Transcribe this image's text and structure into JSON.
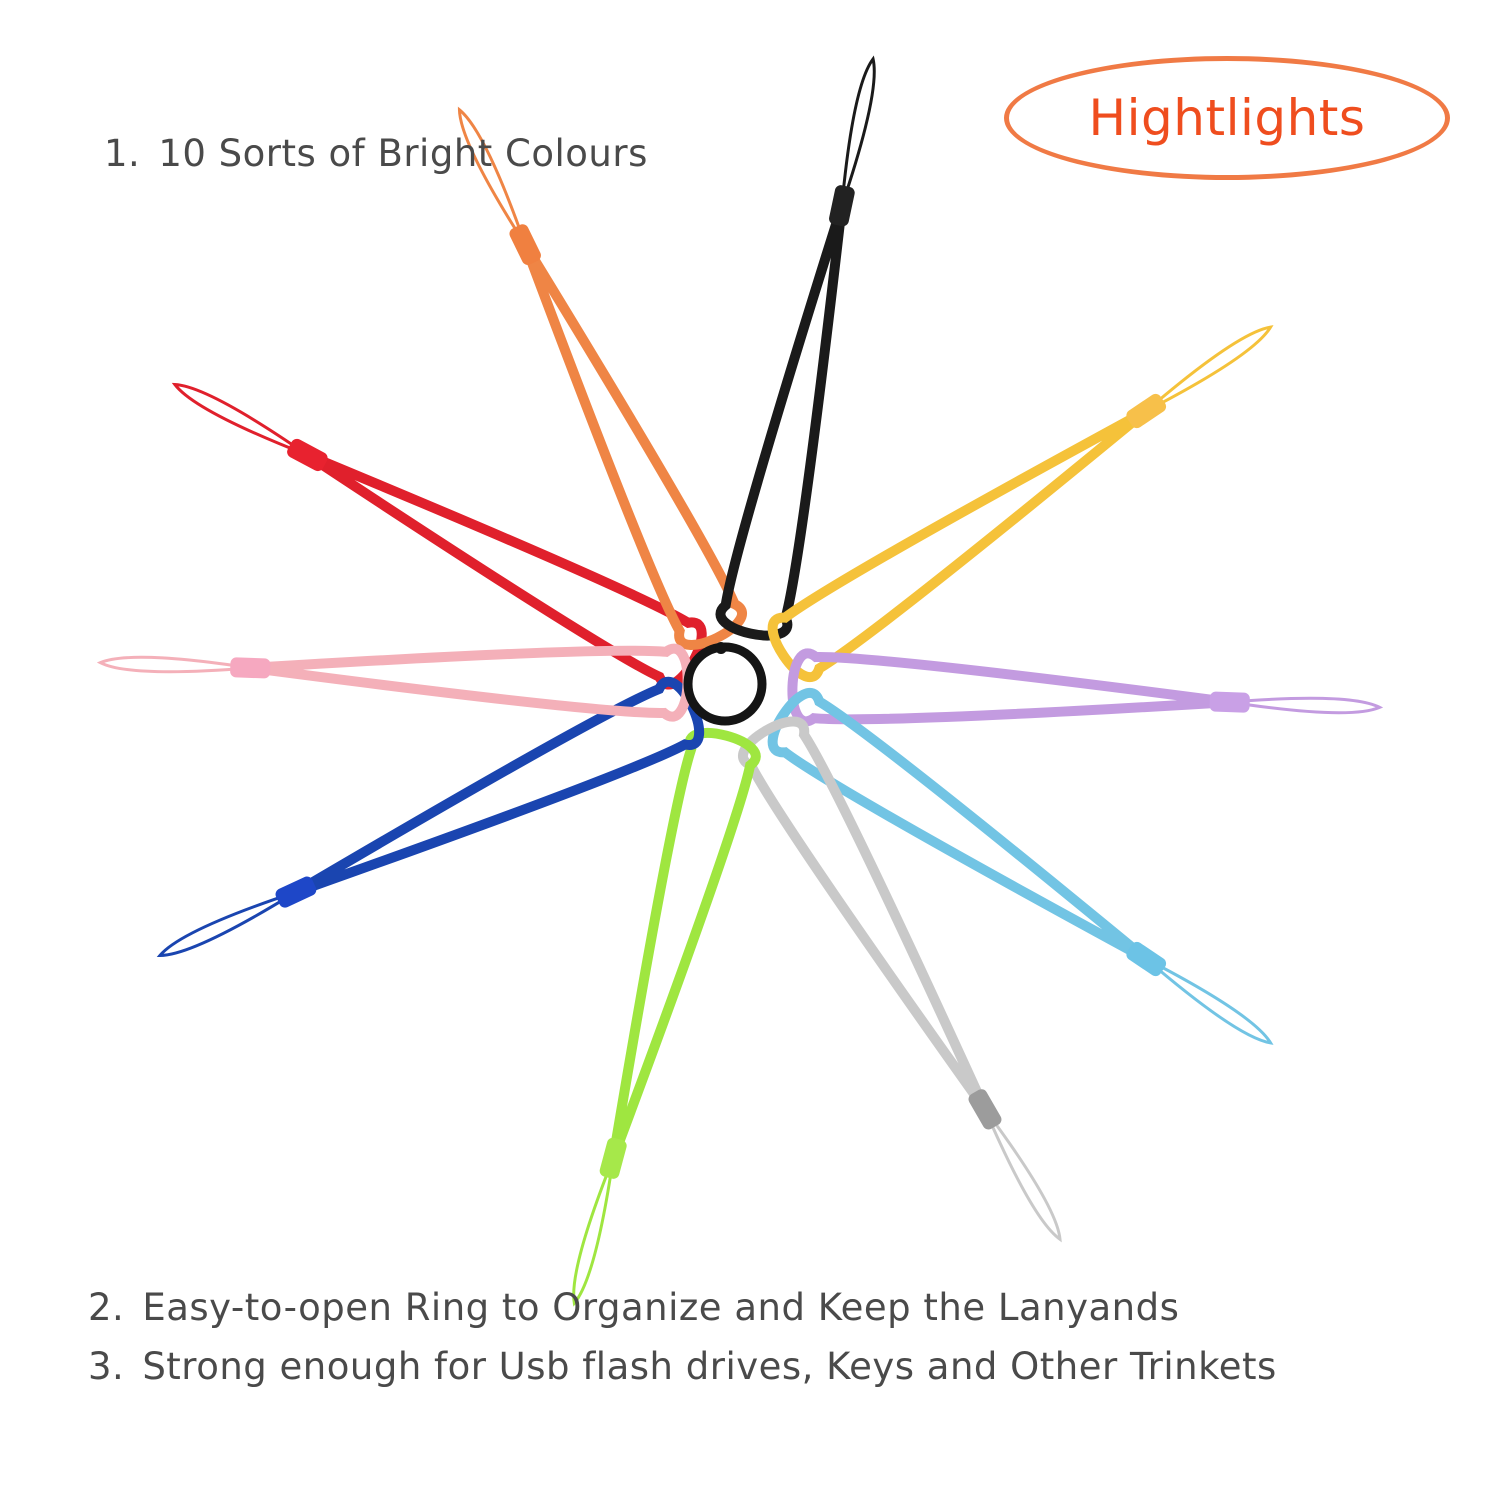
{
  "badge": {
    "label": "Hightlights"
  },
  "features": [
    {
      "number": "1.",
      "text": "10 Sorts of Bright Colours"
    },
    {
      "number": "2.",
      "text": "Easy-to-open Ring to Organize and Keep the Lanyands"
    },
    {
      "number": "3.",
      "text": "Strong enough for Usb flash drives, Keys and Other Trinkets"
    }
  ],
  "lanyards": [
    {
      "color": "#e0202c",
      "tab": "#e8222f",
      "angle": 152
    },
    {
      "color": "#ef8545",
      "tab": "#f08040",
      "angle": 116
    },
    {
      "color": "#1a1a1a",
      "tab": "#222222",
      "angle": 78
    },
    {
      "color": "#f5c23a",
      "tab": "#f7c04a",
      "angle": 34
    },
    {
      "color": "#c39be0",
      "tab": "#c9a0e6",
      "angle": 358
    },
    {
      "color": "#72c4e4",
      "tab": "#6cc3e6",
      "angle": 326
    },
    {
      "color": "#c9c9c9",
      "tab": "#9c9c9c",
      "angle": 300
    },
    {
      "color": "#9fe640",
      "tab": "#a6e84a",
      "angle": 255
    },
    {
      "color": "#1a45b0",
      "tab": "#1e47c8",
      "angle": 205
    },
    {
      "color": "#f4b0b9",
      "tab": "#f6a8c0",
      "angle": 178
    }
  ],
  "ring": {
    "color": "#151515"
  }
}
